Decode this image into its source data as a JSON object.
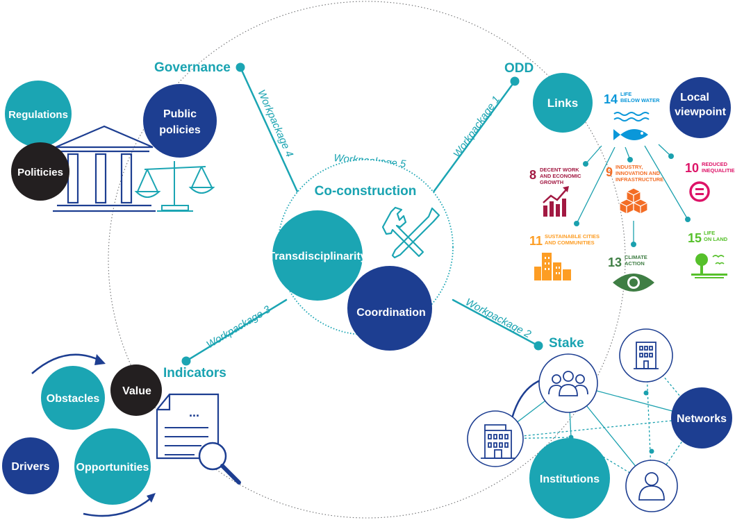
{
  "colors": {
    "teal": "#1ba5b3",
    "navy": "#1d3e91",
    "black": "#231f20",
    "link_line": "#1aa0ae",
    "sdg8": "#a21942",
    "sdg9": "#f36d25",
    "sdg10": "#dd1367",
    "sdg11": "#fd9d24",
    "sdg13": "#3f7e44",
    "sdg14": "#0a97d9",
    "sdg15": "#56c02b"
  },
  "center": {
    "title": "Co-construction",
    "workpackage_label": "Workpackage 5",
    "transdisciplinarity": "Transdisciplinarity",
    "coordination": "Coordination",
    "icon": "tools-icon"
  },
  "branches": {
    "governance": {
      "title": "Governance",
      "workpackage_label": "Workpackage 4"
    },
    "odd": {
      "title": "ODD",
      "workpackage_label": "Workpackage 1"
    },
    "indicators": {
      "title": "Indicators",
      "workpackage_label": "Workpackage 3"
    },
    "stake": {
      "title": "Stake",
      "workpackage_label": "Workpackage 2"
    }
  },
  "governance": {
    "regulations": "Regulations",
    "public_policies_line1": "Public",
    "public_policies_line2": "policies",
    "politicies": "Politicies",
    "icons": [
      "institution-building-icon",
      "balance-scale-icon"
    ]
  },
  "odd": {
    "links": "Links",
    "local_viewpoint_line1": "Local",
    "local_viewpoint_line2": "viewpoint",
    "sdgs": {
      "sdg14": {
        "number": "14",
        "label_line1": "LIFE",
        "label_line2": "BELOW WATER"
      },
      "sdg8": {
        "number": "8",
        "label_line1": "DECENT WORK",
        "label_line2": "AND ECONOMIC",
        "label_line3": "GROWTH"
      },
      "sdg9": {
        "number": "9",
        "label_line1": "INDUSTRY,",
        "label_line2": "INNOVATION AND",
        "label_line3": "INFRASTRUCTURE"
      },
      "sdg10": {
        "number": "10",
        "label_line1": "REDUCED",
        "label_line2": "INEQUALITIES"
      },
      "sdg11": {
        "number": "11",
        "label_line1": "SUSTAINABLE CITIES",
        "label_line2": "AND COMMUNITIES"
      },
      "sdg13": {
        "number": "13",
        "label_line1": "CLIMATE",
        "label_line2": "ACTION"
      },
      "sdg15": {
        "number": "15",
        "label_line1": "LIFE",
        "label_line2": "ON LAND"
      }
    }
  },
  "indicators": {
    "obstacles": "Obstacles",
    "value": "Value",
    "drivers": "Drivers",
    "opportunities": "Opportunities",
    "document_ellipsis": "...",
    "icons": [
      "document-magnifier-icon"
    ]
  },
  "stake": {
    "networks": "Networks",
    "institutions": "Institutions",
    "icons": [
      "group-icon",
      "building-icon",
      "person-icon"
    ]
  }
}
